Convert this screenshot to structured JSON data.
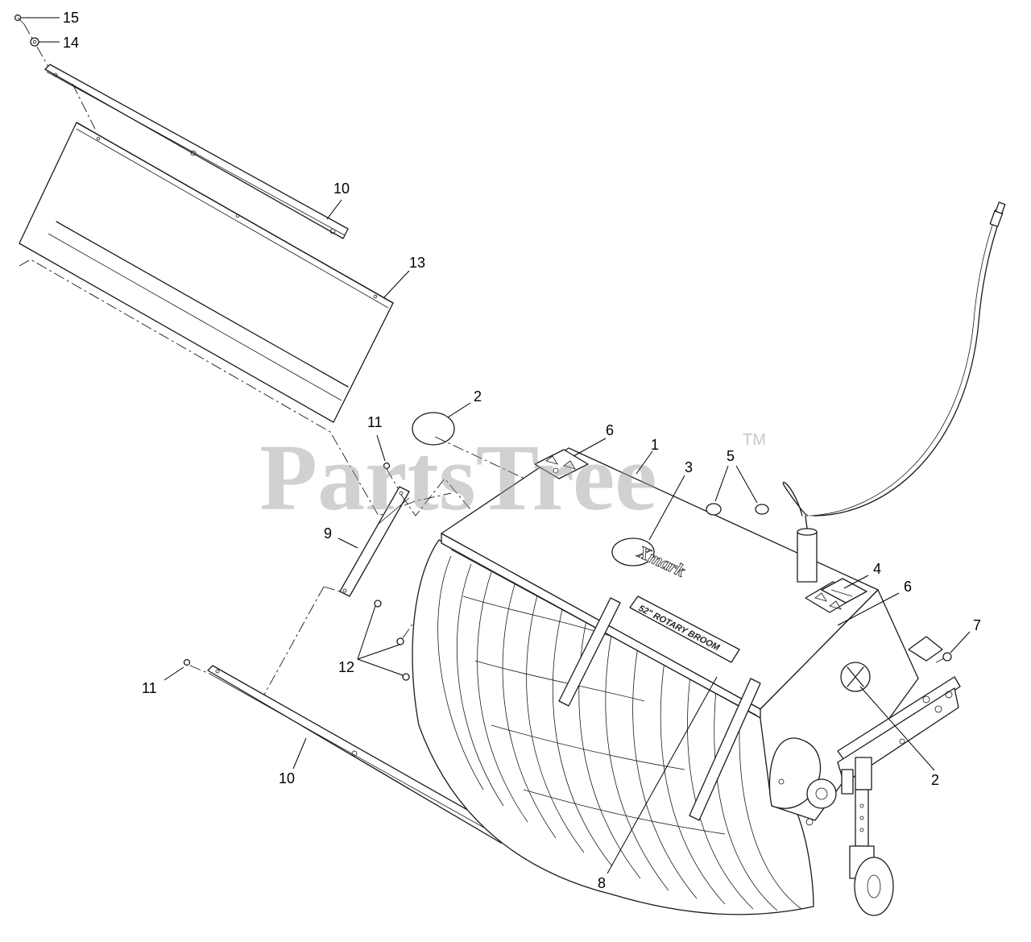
{
  "watermark": {
    "text": "PartsTree",
    "tm": "TM"
  },
  "decals": {
    "brand": "Xmark",
    "model": "52\" ROTARY BROOM"
  },
  "callouts": [
    {
      "id": "c15",
      "text": "15"
    },
    {
      "id": "c14",
      "text": "14"
    },
    {
      "id": "c10a",
      "text": "10"
    },
    {
      "id": "c13",
      "text": "13"
    },
    {
      "id": "c2a",
      "text": "2"
    },
    {
      "id": "c11a",
      "text": "11"
    },
    {
      "id": "c6a",
      "text": "6"
    },
    {
      "id": "c1",
      "text": "1"
    },
    {
      "id": "c3",
      "text": "3"
    },
    {
      "id": "c5",
      "text": "5"
    },
    {
      "id": "c9",
      "text": "9"
    },
    {
      "id": "c4",
      "text": "4"
    },
    {
      "id": "c6b",
      "text": "6"
    },
    {
      "id": "c7",
      "text": "7"
    },
    {
      "id": "c12",
      "text": "12"
    },
    {
      "id": "c11b",
      "text": "11"
    },
    {
      "id": "c2b",
      "text": "2"
    },
    {
      "id": "c10b",
      "text": "10"
    },
    {
      "id": "c8",
      "text": "8"
    }
  ]
}
